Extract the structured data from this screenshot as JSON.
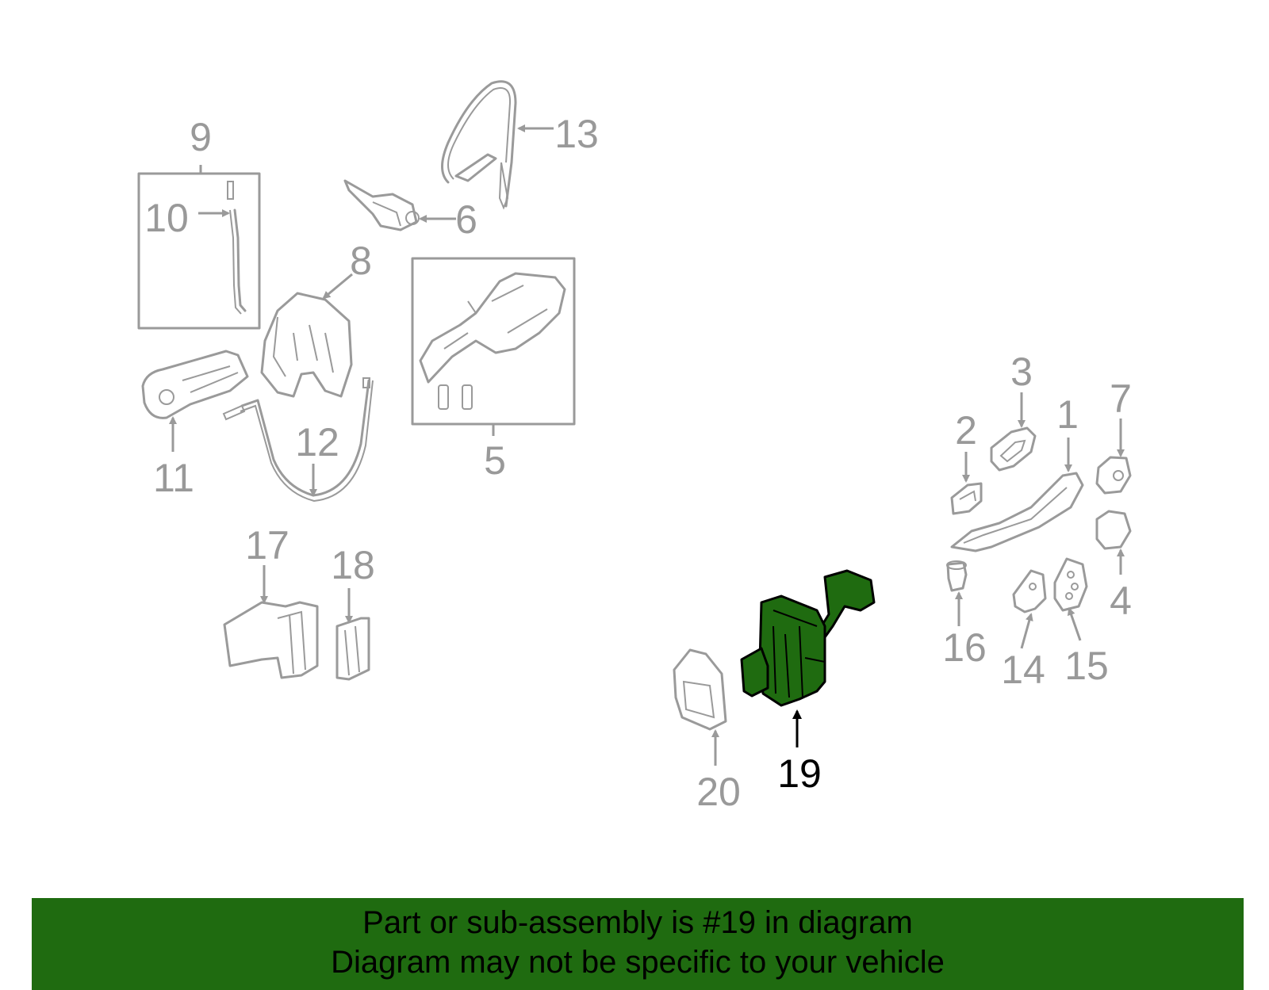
{
  "diagram": {
    "highlight_color": "#1f6b10",
    "callout_color": "#999999",
    "callouts": {
      "c1": "1",
      "c2": "2",
      "c3": "3",
      "c4": "4",
      "c5": "5",
      "c6": "6",
      "c7": "7",
      "c8": "8",
      "c9": "9",
      "c10": "10",
      "c11": "11",
      "c12": "12",
      "c13": "13",
      "c14": "14",
      "c15": "15",
      "c16": "16",
      "c17": "17",
      "c18": "18",
      "c19": "19",
      "c20": "20"
    }
  },
  "banner": {
    "line1": "Part or sub-assembly is #19 in diagram",
    "line2": "Diagram may not be specific to your vehicle"
  }
}
